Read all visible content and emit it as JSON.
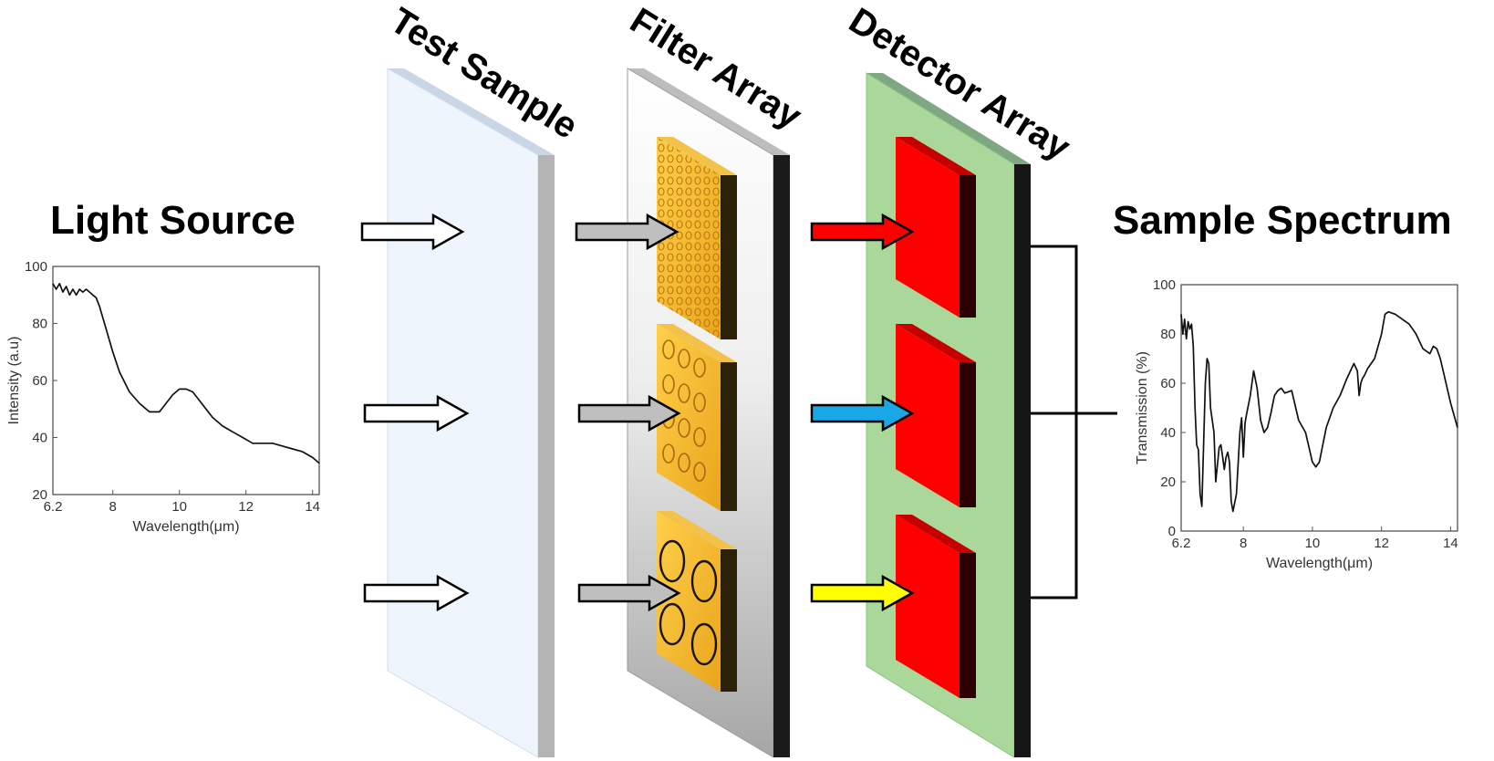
{
  "titles": {
    "light_source": "Light Source",
    "test_sample": "Test Sample",
    "filter_array": "Filter Array",
    "detector_array": "Detector Array",
    "sample_spectrum": "Sample Spectrum"
  },
  "colors": {
    "test_sample_face": "#eef5fd",
    "test_sample_top": "#c9d6e6",
    "test_sample_side": "#b4b4b4",
    "filter_frame": "#d9d9d9",
    "filter_side": "#1a1a1a",
    "filter_tile": "#f5b324",
    "detector_board": "#a9d89a",
    "detector_top": "#7fa882",
    "detector_side": "#151515",
    "detector_face": "#ff0000",
    "detector_side_face": "#2a0000",
    "arrow_red": "#ff0000",
    "arrow_blue": "#1aa7e8",
    "arrow_yellow": "#ffff00",
    "arrow_gray": "#bfbfbf",
    "arrow_white": "#ffffff"
  },
  "chart_data": [
    {
      "type": "line",
      "name": "light-source",
      "xlabel": "Wavelength(μm)",
      "ylabel": "Intensity (a.u)",
      "xlim": [
        6.2,
        14.2
      ],
      "ylim": [
        20,
        100
      ],
      "xticks": [
        "6.2",
        "8",
        "10",
        "12",
        "14"
      ],
      "xtick_values": [
        6.2,
        8,
        10,
        12,
        14
      ],
      "yticks": [
        "20",
        "40",
        "60",
        "80",
        "100"
      ],
      "ytick_values": [
        20,
        40,
        60,
        80,
        100
      ],
      "x": [
        6.2,
        6.3,
        6.4,
        6.5,
        6.6,
        6.7,
        6.8,
        6.9,
        7.0,
        7.1,
        7.2,
        7.3,
        7.4,
        7.5,
        7.6,
        7.8,
        8.0,
        8.2,
        8.5,
        8.8,
        9.1,
        9.4,
        9.6,
        9.8,
        10.0,
        10.2,
        10.4,
        10.6,
        10.8,
        11.0,
        11.3,
        11.6,
        11.9,
        12.2,
        12.5,
        12.8,
        13.1,
        13.4,
        13.7,
        14.0,
        14.2
      ],
      "y": [
        94,
        92,
        94,
        91,
        93,
        90,
        92,
        90,
        92,
        91,
        92,
        91,
        90,
        89,
        86,
        78,
        70,
        63,
        56,
        52,
        49,
        49,
        52,
        55,
        57,
        57,
        56,
        53,
        50,
        47,
        44,
        42,
        40,
        38,
        38,
        38,
        37,
        36,
        35,
        33,
        31
      ]
    },
    {
      "type": "line",
      "name": "sample-spectrum",
      "xlabel": "Wavelength(μm)",
      "ylabel": "Transmission (%)",
      "xlim": [
        6.2,
        14.2
      ],
      "ylim": [
        0,
        100
      ],
      "xticks": [
        "6.2",
        "8",
        "10",
        "12",
        "14"
      ],
      "xtick_values": [
        6.2,
        8,
        10,
        12,
        14
      ],
      "yticks": [
        "0",
        "20",
        "40",
        "60",
        "80",
        "100"
      ],
      "ytick_values": [
        0,
        20,
        40,
        60,
        80,
        100
      ],
      "x": [
        6.2,
        6.25,
        6.3,
        6.35,
        6.4,
        6.45,
        6.5,
        6.55,
        6.6,
        6.65,
        6.7,
        6.75,
        6.8,
        6.85,
        6.9,
        6.95,
        7.0,
        7.05,
        7.1,
        7.15,
        7.2,
        7.3,
        7.35,
        7.4,
        7.45,
        7.5,
        7.55,
        7.6,
        7.65,
        7.7,
        7.8,
        7.9,
        7.95,
        8.0,
        8.05,
        8.1,
        8.2,
        8.25,
        8.3,
        8.4,
        8.5,
        8.6,
        8.7,
        8.8,
        8.9,
        9.0,
        9.1,
        9.2,
        9.4,
        9.6,
        9.8,
        10.0,
        10.1,
        10.2,
        10.3,
        10.4,
        10.6,
        10.8,
        11.0,
        11.2,
        11.3,
        11.35,
        11.4,
        11.45,
        11.5,
        11.6,
        11.8,
        12.0,
        12.1,
        12.2,
        12.4,
        12.6,
        12.8,
        13.0,
        13.2,
        13.4,
        13.5,
        13.6,
        13.7,
        13.8,
        14.0,
        14.2
      ],
      "y": [
        88,
        80,
        86,
        78,
        85,
        82,
        84,
        75,
        50,
        35,
        33,
        15,
        10,
        35,
        60,
        70,
        68,
        50,
        45,
        40,
        20,
        34,
        35,
        30,
        25,
        30,
        32,
        28,
        12,
        8,
        15,
        40,
        46,
        30,
        44,
        48,
        55,
        60,
        65,
        58,
        45,
        40,
        42,
        48,
        55,
        57,
        58,
        56,
        57,
        45,
        40,
        28,
        26,
        28,
        35,
        42,
        50,
        55,
        62,
        68,
        65,
        55,
        60,
        62,
        63,
        66,
        70,
        80,
        88,
        89,
        88,
        86,
        84,
        80,
        74,
        72,
        75,
        74,
        70,
        64,
        52,
        42
      ]
    }
  ]
}
